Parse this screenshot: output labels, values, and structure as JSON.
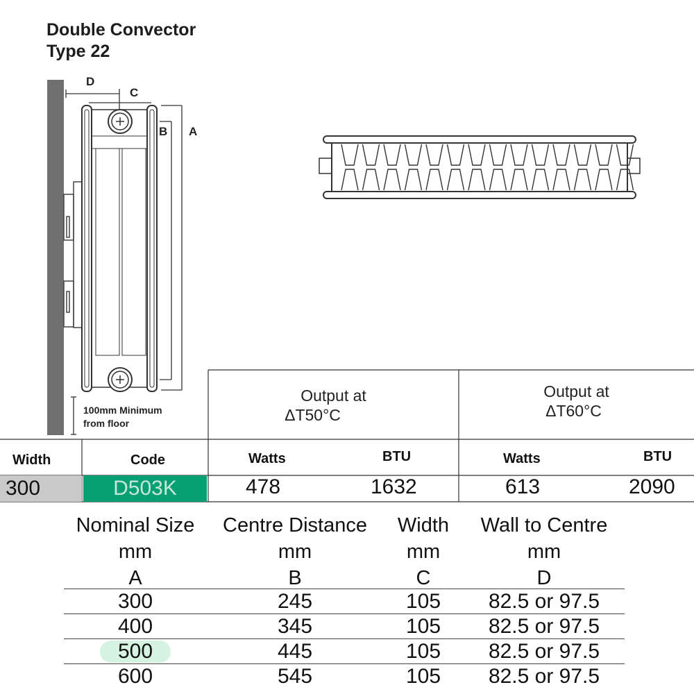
{
  "title": {
    "line1": "Double Convector",
    "line2": "Type 22"
  },
  "diagram": {
    "label_d": "D",
    "label_c": "C",
    "label_b": "B",
    "label_a": "A",
    "floor_note_line1": "100mm Minimum",
    "floor_note_line2": "from floor"
  },
  "output_table": {
    "group1": {
      "line1": "Output at",
      "line2": "ΔT50°C"
    },
    "group2": {
      "line1": "Output at",
      "line2": "ΔT60°C"
    },
    "headers": {
      "width": "Width",
      "code": "Code",
      "watts1": "Watts",
      "btu1": "BTU",
      "watts2": "Watts",
      "btu2": "BTU"
    },
    "row": {
      "width": "300",
      "code": "D503K",
      "watts1": "478",
      "btu1": "1632",
      "watts2": "613",
      "btu2": "2090"
    },
    "colors": {
      "code_bg": "#06a074",
      "width_bg": "#c9c9c9"
    }
  },
  "size_table": {
    "headers": [
      {
        "line1": "Nominal Size",
        "line2": "mm",
        "line3": "A"
      },
      {
        "line1": "Centre Distance",
        "line2": "mm",
        "line3": "B"
      },
      {
        "line1": "Width",
        "line2": "mm",
        "line3": "C"
      },
      {
        "line1": "Wall to Centre",
        "line2": "mm",
        "line3": "D"
      }
    ],
    "rows": [
      [
        "300",
        "245",
        "105",
        "82.5 or 97.5"
      ],
      [
        "400",
        "345",
        "105",
        "82.5 or 97.5"
      ],
      [
        "500",
        "445",
        "105",
        "82.5 or 97.5"
      ],
      [
        "600",
        "545",
        "105",
        "82.5 or 97.5"
      ]
    ],
    "highlight_color": "#d6f3e1"
  }
}
